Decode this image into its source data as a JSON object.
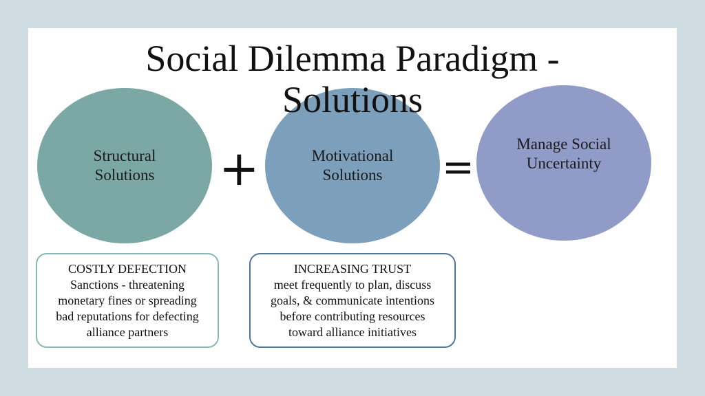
{
  "title_line1": "Social Dilemma Paradigm -",
  "title_line2": "Solutions",
  "circles": [
    {
      "line1": "Structural",
      "line2": "Solutions"
    },
    {
      "line1": "Motivational",
      "line2": "Solutions"
    },
    {
      "line1": "Manage Social",
      "line2": "Uncertainty"
    }
  ],
  "operators": {
    "plus": "+",
    "equals": "="
  },
  "boxes": [
    {
      "heading": "COSTLY DEFECTION",
      "lines": [
        "Sanctions - threatening",
        "monetary fines or spreading",
        "bad reputations for defecting",
        "alliance partners"
      ]
    },
    {
      "heading": "INCREASING TRUST",
      "lines": [
        "meet frequently to plan, discuss",
        "goals, & communicate intentions",
        "before contributing resources",
        "toward alliance initiatives"
      ]
    }
  ],
  "colors": {
    "background": "#cfdde3",
    "circle_structural": "#7ba8a5",
    "circle_motivational": "#7c9fbb",
    "circle_uncertainty": "#909bc8",
    "box1_border": "#8ab6b3",
    "box2_border": "#557597"
  }
}
